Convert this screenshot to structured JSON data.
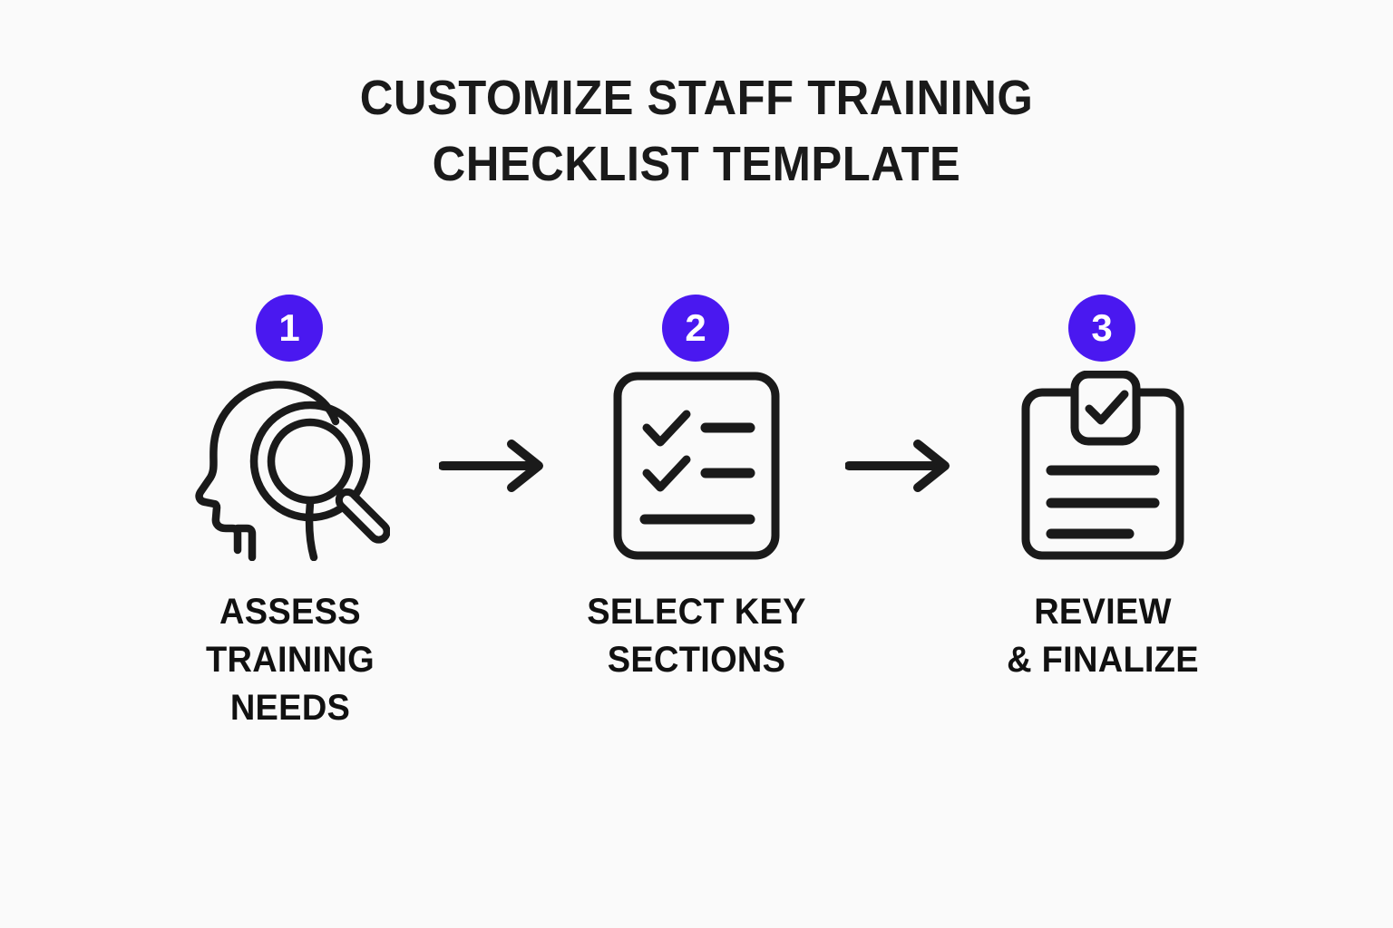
{
  "title": {
    "line1": "CUSTOMIZE STAFF TRAINING",
    "line2": "CHECKLIST TEMPLATE"
  },
  "colors": {
    "background": "#FAFAFA",
    "badge": "#4A18F0",
    "badge_text": "#FFFFFF",
    "title_text": "#1A1A1A",
    "icon_stroke": "#1A1A1A",
    "label_text": "#111111"
  },
  "steps": [
    {
      "number": "1",
      "icon": "head-magnifier-icon",
      "label_line1": "ASSESS",
      "label_line2": "TRAINING",
      "label_line3": "NEEDS"
    },
    {
      "number": "2",
      "icon": "checklist-icon",
      "label_line1": "SELECT KEY",
      "label_line2": "SECTIONS",
      "label_line3": ""
    },
    {
      "number": "3",
      "icon": "clipboard-check-icon",
      "label_line1": "REVIEW",
      "label_line2": "& FINALIZE",
      "label_line3": ""
    }
  ],
  "connectors": [
    {
      "icon": "arrow-right-icon"
    },
    {
      "icon": "arrow-right-icon"
    }
  ],
  "chart_data": {
    "type": "diagram",
    "subtype": "horizontal-process-flow",
    "title": "CUSTOMIZE STAFF TRAINING CHECKLIST TEMPLATE",
    "node_count": 3,
    "nodes": [
      {
        "order": 1,
        "label": "ASSESS TRAINING NEEDS",
        "icon": "head-magnifier-icon"
      },
      {
        "order": 2,
        "label": "SELECT KEY SECTIONS",
        "icon": "checklist-icon"
      },
      {
        "order": 3,
        "label": "REVIEW & FINALIZE",
        "icon": "clipboard-check-icon"
      }
    ],
    "edges": [
      {
        "from": 1,
        "to": 2,
        "style": "arrow-right"
      },
      {
        "from": 2,
        "to": 3,
        "style": "arrow-right"
      }
    ]
  }
}
